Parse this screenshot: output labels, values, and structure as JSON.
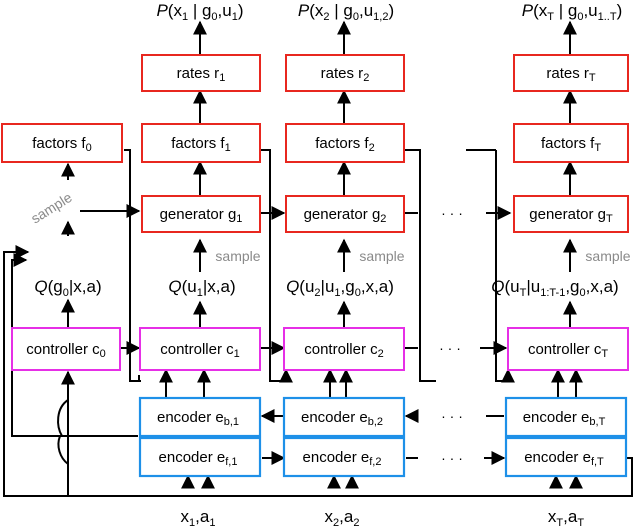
{
  "outputs": {
    "p1": {
      "head": "P",
      "body": "(x",
      "sub1": "1",
      "mid": " | g",
      "sub2": "0",
      "mid2": ",u",
      "sub3": "1",
      "tail": ")"
    },
    "p2": {
      "head": "P",
      "body": "(x",
      "sub1": "2",
      "mid": " | g",
      "sub2": "0",
      "mid2": ",u",
      "sub3": "1,2",
      "tail": ")"
    },
    "pT": {
      "head": "P",
      "body": "(x",
      "sub1": "T",
      "mid": " | g",
      "sub2": "0",
      "mid2": ",u",
      "sub3": "1..T",
      "tail": ")"
    }
  },
  "rates": [
    {
      "label": "rates r",
      "sub": "1"
    },
    {
      "label": "rates r",
      "sub": "2"
    },
    {
      "label": "rates r",
      "sub": "T"
    }
  ],
  "factors": [
    {
      "label": "factors f",
      "sub": "0"
    },
    {
      "label": "factors f",
      "sub": "1"
    },
    {
      "label": "factors f",
      "sub": "2"
    },
    {
      "label": "factors f",
      "sub": "T"
    }
  ],
  "generators": [
    {
      "label": "generator g",
      "sub": "1"
    },
    {
      "label": "generator g",
      "sub": "2"
    },
    {
      "label": "generator g",
      "sub": "T"
    }
  ],
  "sample_label": "sample",
  "q": {
    "q0": {
      "head": "Q",
      "body": "(g",
      "sub": "0",
      "tail": "|x,a)"
    },
    "q1": {
      "head": "Q",
      "body": "(u",
      "sub": "1",
      "tail": "|x,a)"
    },
    "q2": {
      "head": "Q",
      "body": "(u",
      "sub": "2",
      "tail": "|u",
      "sub2": "1",
      "tail2": ",g",
      "sub3": "0",
      "tail3": ",x,a)"
    },
    "qT": {
      "head": "Q",
      "body": "(u",
      "sub": "T",
      "tail": "|u",
      "sub2": "1:T-1",
      "tail2": ",g",
      "sub3": "0",
      "tail3": ",x,a)"
    }
  },
  "controllers": [
    {
      "label": "controller c",
      "sub": "0"
    },
    {
      "label": "controller c",
      "sub": "1"
    },
    {
      "label": "controller c",
      "sub": "2"
    },
    {
      "label": "controller c",
      "sub": "T"
    }
  ],
  "encoders_b": [
    {
      "label": "encoder e",
      "sub": "b,1"
    },
    {
      "label": "encoder e",
      "sub": "b,2"
    },
    {
      "label": "encoder e",
      "sub": "b,T"
    }
  ],
  "encoders_f": [
    {
      "label": "encoder e",
      "sub": "f,1"
    },
    {
      "label": "encoder e",
      "sub": "f,2"
    },
    {
      "label": "encoder e",
      "sub": "f,T"
    }
  ],
  "inputs": [
    {
      "x": "x",
      "xsub": "1",
      "sep": ",a",
      "asub": "1"
    },
    {
      "x": "x",
      "xsub": "2",
      "sep": ",a",
      "asub": "2"
    },
    {
      "x": "x",
      "xsub": "T",
      "sep": ",a",
      "asub": "T"
    }
  ],
  "ellipsis": "· · ·",
  "colors": {
    "red": "#e8271f",
    "magenta": "#e62fe6",
    "blue": "#1e90e8"
  }
}
